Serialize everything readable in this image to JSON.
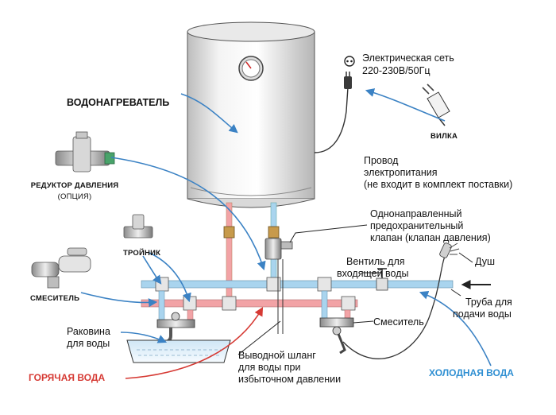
{
  "labels": {
    "water_heater": "ВОДОНАГРЕВАТЕЛЬ",
    "mains_line1": "Электрическая сеть",
    "mains_line2": "220-230В/50Гц",
    "plug": "ВИЛКА",
    "cable_line1": "Провод",
    "cable_line2": "электропитания",
    "cable_line3": "(не входит в комплект поставки)",
    "reducer_line1": "РЕДУКТОР ДАВЛЕНИЯ",
    "reducer_line2": "(ОПЦИЯ)",
    "tee": "ТРОЙНИК",
    "mixer_left": "СМЕСИТЕЛЬ",
    "valve_line1": "Однонаправленный",
    "valve_line2": "предохранительный",
    "valve_line3": "клапан (клапан давления)",
    "inlet_valve_line1": "Вентиль для",
    "inlet_valve_line2": "входящей воды",
    "shower": "Душ",
    "supply_line1": "Труба для",
    "supply_line2": "подачи воды",
    "mixer_right": "Смеситель",
    "sink_line1": "Раковина",
    "sink_line2": "для воды",
    "drain_line1": "Выводной шланг",
    "drain_line2": "для воды при",
    "drain_line3": "избыточном давлении",
    "hot_water": "ГОРЯЧАЯ ВОДА",
    "cold_water": "ХОЛОДНАЯ ВОДА"
  },
  "colors": {
    "hot_pipe": "#f2a3a6",
    "cold_pipe": "#a9d4ee",
    "hot_text": "#d63a34",
    "cold_text": "#2f8fd2",
    "arrow_blue": "#3b82c4",
    "arrow_red": "#d63a34"
  },
  "icons": [
    "thermometer-gauge-icon",
    "power-socket-icon",
    "power-plug-icon",
    "pressure-reducer-icon",
    "tee-fitting-icon",
    "mixer-tap-icon",
    "shower-head-icon"
  ]
}
